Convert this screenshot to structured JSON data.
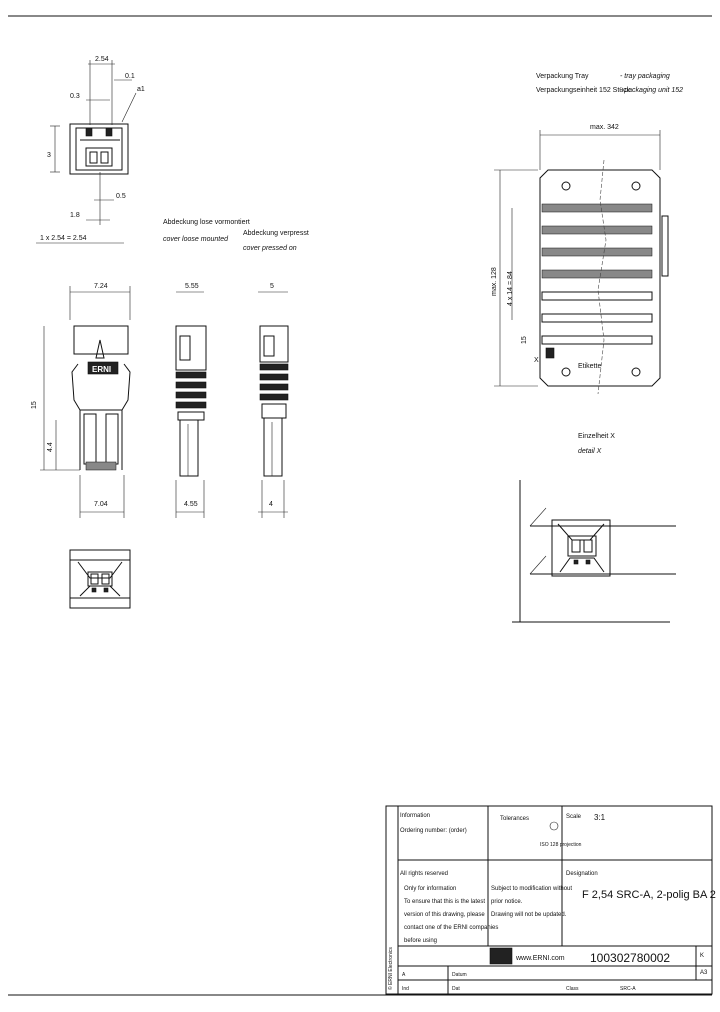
{
  "front_view": {
    "dim_top": "2.54",
    "dim_0_1": "0.1",
    "dim_a1": "a1",
    "dim_0_3": "0.3",
    "dim_3": "3",
    "dim_0_5": "0.5",
    "dim_1_8": "1.8",
    "dim_pitch": "1 x 2.54 = 2.54"
  },
  "cover_notes": {
    "loose_de": "Abdeckung lose vormontiert",
    "loose_en": "cover loose mounted",
    "pressed_de": "Abdeckung verpresst",
    "pressed_en": "cover pressed on"
  },
  "side_views": {
    "dim_width_top": "7.24",
    "dim_width_bottom": "7.04",
    "dim_15": "15",
    "dim_4_4": "4.4",
    "dim_5_55": "5.55",
    "dim_4_55": "4.55",
    "dim_5": "5",
    "dim_4": "4"
  },
  "packaging": {
    "tray_de": "Verpackung Tray",
    "tray_en": "- tray packaging",
    "stick_de": "Verpackungseinheit 152 Stück",
    "stick_en": "- packaging unit 152",
    "dim_max_342": "max. 342",
    "dim_max_128": "max. 128",
    "dim_pitch": "4 x 14 = 84",
    "dim_15": "15",
    "marker_x": "X",
    "label": "Etikette"
  },
  "detail": {
    "title_de": "Einzelheit X",
    "title_en": "detail X"
  },
  "title_block": {
    "info_de": "Information",
    "info_de2": "Ordering number: (order)",
    "tolerances": "Tolerances",
    "scale_label": "Scale",
    "scale_value": "3:1",
    "projection": "ISO 128 projection",
    "rights": "All rights reserved",
    "info_only": "Only for information",
    "note1": "To ensure that this is the latest",
    "note2": "version of this drawing, please",
    "note3": "contact one of the ERNI companies",
    "note4": "before using",
    "subject1": "Subject to modification without",
    "subject2": "prior notice.",
    "drawing_note": "Drawing will not be updated.",
    "designation_label": "Designation",
    "designation": "F 2,54 SRC-A, 2-polig BA 2",
    "website": "www.ERNI.com",
    "part_number": "100302780002",
    "rev_label": "K",
    "sheet_label": "A3",
    "row_a": "A",
    "row_a_text": "Datum",
    "row_b": "Ind",
    "row_b_text": "Dat",
    "class_label": "Class",
    "class_value": "SRC-A"
  }
}
